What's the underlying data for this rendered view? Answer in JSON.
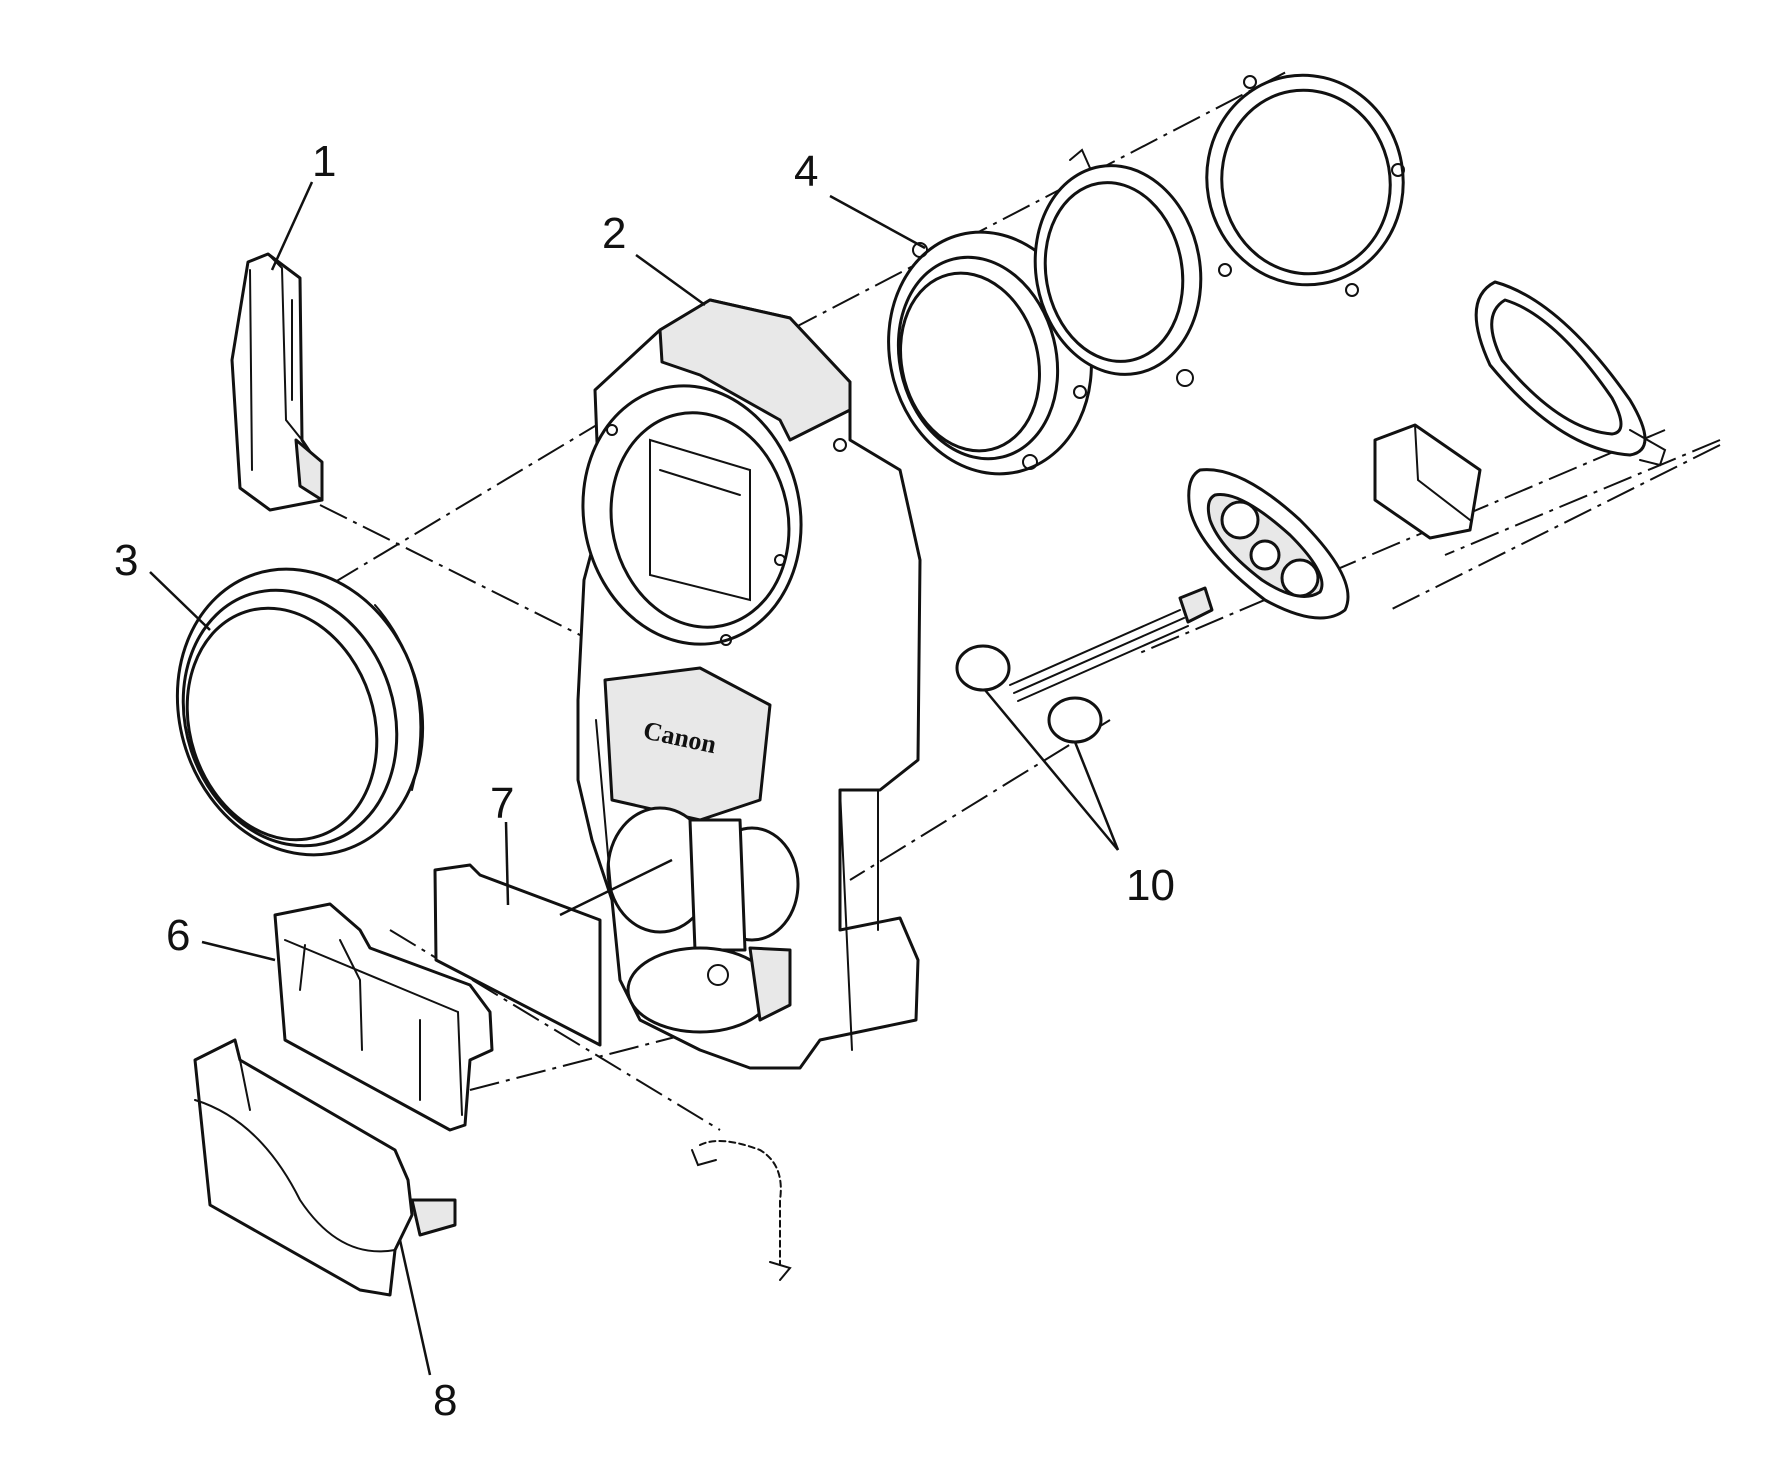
{
  "diagram": {
    "brand_text": "Canon",
    "callouts": [
      {
        "id": "1",
        "label": "1"
      },
      {
        "id": "2",
        "label": "2"
      },
      {
        "id": "3",
        "label": "3"
      },
      {
        "id": "4",
        "label": "4"
      },
      {
        "id": "6",
        "label": "6"
      },
      {
        "id": "7",
        "label": "7"
      },
      {
        "id": "8",
        "label": "8"
      },
      {
        "id": "10",
        "label": "10"
      }
    ]
  }
}
